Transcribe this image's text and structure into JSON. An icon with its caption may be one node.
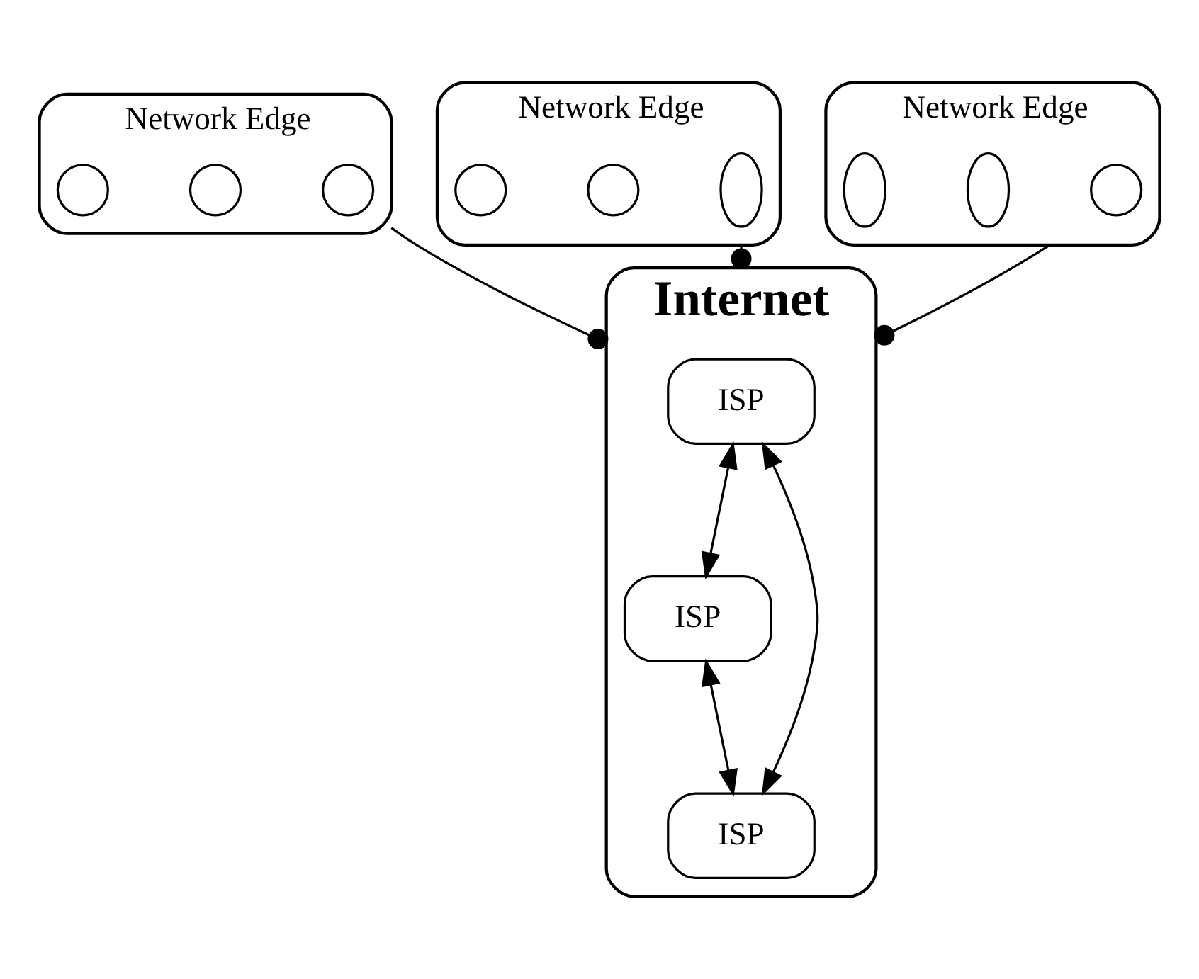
{
  "diagram": {
    "nodes": [
      {
        "text": [
          "Internet"
        ]
      },
      {
        "text": [
          "ISP"
        ],
        "in": 0
      },
      {
        "text": [
          "ISP"
        ],
        "in": 0
      },
      {
        "text": [
          "ISP"
        ],
        "in": 0
      },
      {
        "text": [
          "Network Edge"
        ]
      },
      {
        "text": [],
        "shape": "circle",
        "in": 4
      },
      {
        "text": [],
        "shape": "circle",
        "in": 4
      },
      {
        "text": [],
        "shape": "circle",
        "in": 4
      },
      {
        "text": [
          "Network Edge"
        ]
      },
      {
        "text": [],
        "shape": "ellipse",
        "in": 8
      },
      {
        "text": [],
        "shape": "circle",
        "in": 8
      },
      {
        "text": [],
        "shape": "circle",
        "in": 8
      },
      {
        "text": [
          "Network Edge"
        ]
      },
      {
        "text": [],
        "shape": "circle",
        "in": 12
      },
      {
        "text": [],
        "shape": "ellipse",
        "in": 12
      },
      {
        "text": [],
        "shape": "ellipse",
        "in": 12
      }
    ],
    "edges": [
      {
        "from": 4,
        "to": 0,
        "arrow": "other"
      },
      {
        "from": 8,
        "to": 0,
        "arrow": "other"
      },
      {
        "from": 12,
        "to": 0,
        "arrow": "other"
      },
      {
        "from": 1,
        "to": 2,
        "arrow": "both"
      },
      {
        "from": 2,
        "to": 3,
        "arrow": "both"
      },
      {
        "from": 1,
        "to": 3,
        "arrow": "both"
      }
    ]
  }
}
